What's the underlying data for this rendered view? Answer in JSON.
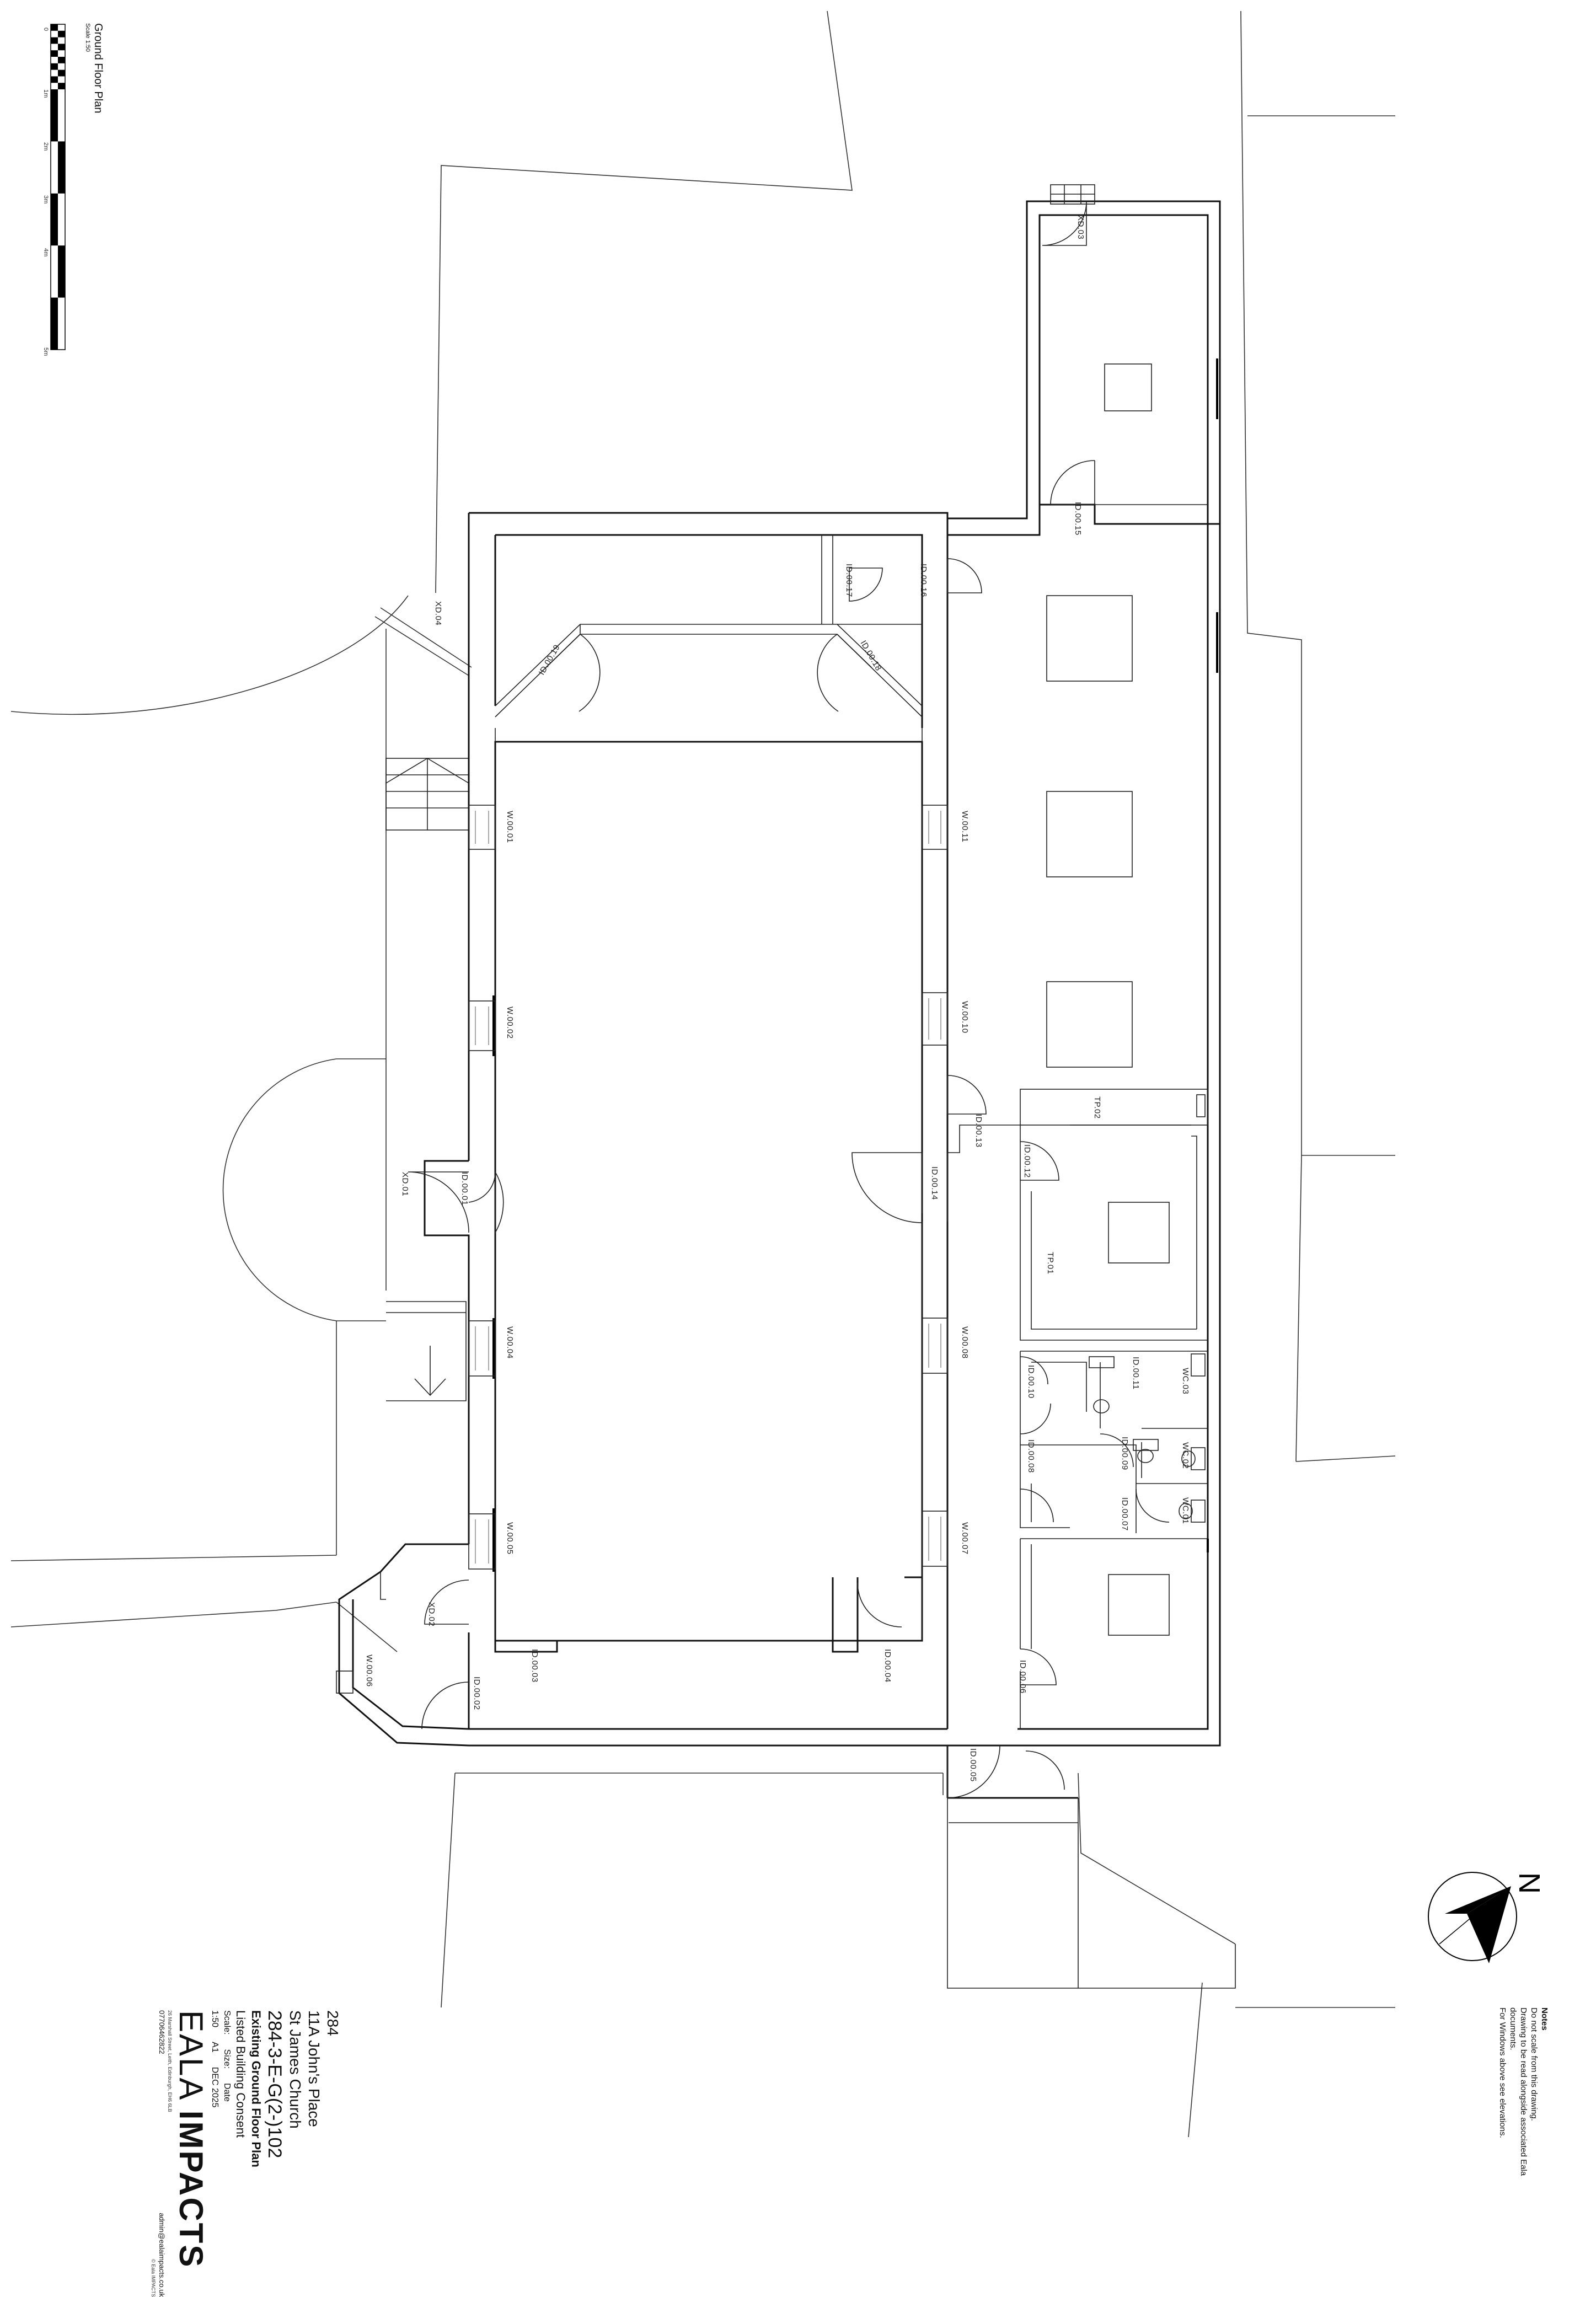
{
  "scale_bar": {
    "title": "Ground Floor Plan",
    "scale": "Scale 1:50",
    "ticks": [
      "0",
      "1m",
      "2m",
      "3m",
      "4m",
      "5m"
    ]
  },
  "notes": {
    "heading": "Notes",
    "lines": [
      "Do not scale from this drawing.",
      "Drawing to be read alongside associated Eala",
      "documents.",
      "For Windows above see elevations."
    ]
  },
  "north_label": "N",
  "title_block": {
    "project_no": "284",
    "address_1": "11A John's Place",
    "address_2": "St James Church",
    "drawing_no": "284-3-E-G(2-)102",
    "drawing_title": "Existing Ground Floor Plan",
    "status": "Listed Building Consent",
    "labels": [
      "Scale:",
      "Size:",
      "Date"
    ],
    "values": [
      "1:50",
      "A1",
      "DEC 2025"
    ],
    "company_light": "EALA ",
    "company_bold": "IMPACTS",
    "company_address": "26 Marshall Street, Leith, Edinburgh, EH6 6LB",
    "phone": "07706462822",
    "email": "admin@ealaimpacts.co.uk",
    "copyright": "© Eala IMPACTS"
  },
  "tags": {
    "xd03": "XD.03",
    "id15": "ID.00.15",
    "id16": "ID.00.16",
    "id17": "ID.00.17",
    "id18": "ID.00.18",
    "id19": "ID.00.19",
    "xd04": "XD.04",
    "w01": "W.00.01",
    "w02": "W.00.02",
    "w04": "W.00.04",
    "w05": "W.00.05",
    "w06": "W.00.06",
    "w07": "W.00.07",
    "w08": "W.00.08",
    "w10": "W.00.10",
    "w11": "W.00.11",
    "xd01": "XD.01",
    "id01": "ID.00.01",
    "xd02": "XD.02",
    "id02": "ID.00.02",
    "id03": "ID.00.03",
    "id04": "ID.00.04",
    "id05": "ID.00.05",
    "id06": "ID.00.06",
    "id07": "ID.00.07",
    "id08": "ID.00.08",
    "id09": "ID.00.09",
    "id10": "ID.00.10",
    "id11": "ID.00.11",
    "id12": "ID.00.12",
    "id13": "ID.00.13",
    "id14": "ID.00.14",
    "tp01": "TP.01",
    "tp02": "TP.02",
    "wc01": "WC.01",
    "wc02": "WC.02",
    "wc03": "WC.03"
  }
}
